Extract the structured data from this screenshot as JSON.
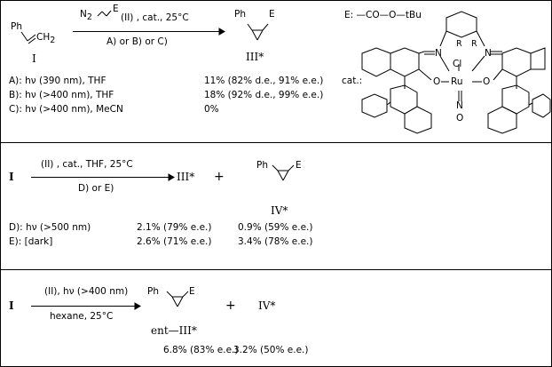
{
  "scheme1": {
    "reactant_label": "I",
    "alkene_ph": "Ph",
    "alkene_ch2": "CH",
    "alkene_ch2_sub": "2",
    "diazo_n2": "N",
    "diazo_n2_sub": "2",
    "diazo_e": "E",
    "conditions_top": "(II) , cat., 25°C",
    "conditions_bottom": "A) or B) or C)",
    "product_ph": "Ph",
    "product_e": "E",
    "product_label": "III*",
    "e_definition": "E: —CO—O—tBu",
    "rows": [
      {
        "label": "A): hν (390 nm), THF",
        "result": "11% (82% d.e., 91% e.e.)"
      },
      {
        "label": "B): hν (>400 nm), THF",
        "result": "18% (92% d.e., 99% e.e.)"
      },
      {
        "label": "C): hν (>400 nm), MeCN",
        "result": "0%"
      }
    ]
  },
  "catalyst": {
    "label": "cat.:",
    "n_left": "N",
    "n_right": "N",
    "o_left": "O",
    "o_right": "O",
    "cl": "Cl",
    "ru": "Ru",
    "n_bottom": "N",
    "o_bottom": "O",
    "r_left": "R",
    "r_right": "R"
  },
  "scheme2": {
    "reactant_label": "I",
    "conditions_top": "(II) , cat., THF, 25°C",
    "conditions_bottom": "D) or E)",
    "product1": "III*",
    "plus": "+",
    "product2_ph": "Ph",
    "product2_e": "E",
    "product2_label": "IV*",
    "rows": [
      {
        "label": "D): hν (>500 nm)",
        "result1": "2.1% (79% e.e.)",
        "result2": "0.9% (59% e.e.)"
      },
      {
        "label": "E): [dark]",
        "result1": "2.6% (71% e.e.)",
        "result2": "3.4% (78% e.e.)"
      }
    ]
  },
  "scheme3": {
    "reactant_label": "I",
    "conditions_top": "(II), hν (>400 nm)",
    "conditions_bottom": "hexane, 25°C",
    "product1_ph": "Ph",
    "product1_e": "E",
    "product1_label": "ent—III*",
    "plus": "+",
    "product2": "IV*",
    "result1": "6.8% (83% e.e.)",
    "result2": "3.2% (50% e.e.)"
  }
}
